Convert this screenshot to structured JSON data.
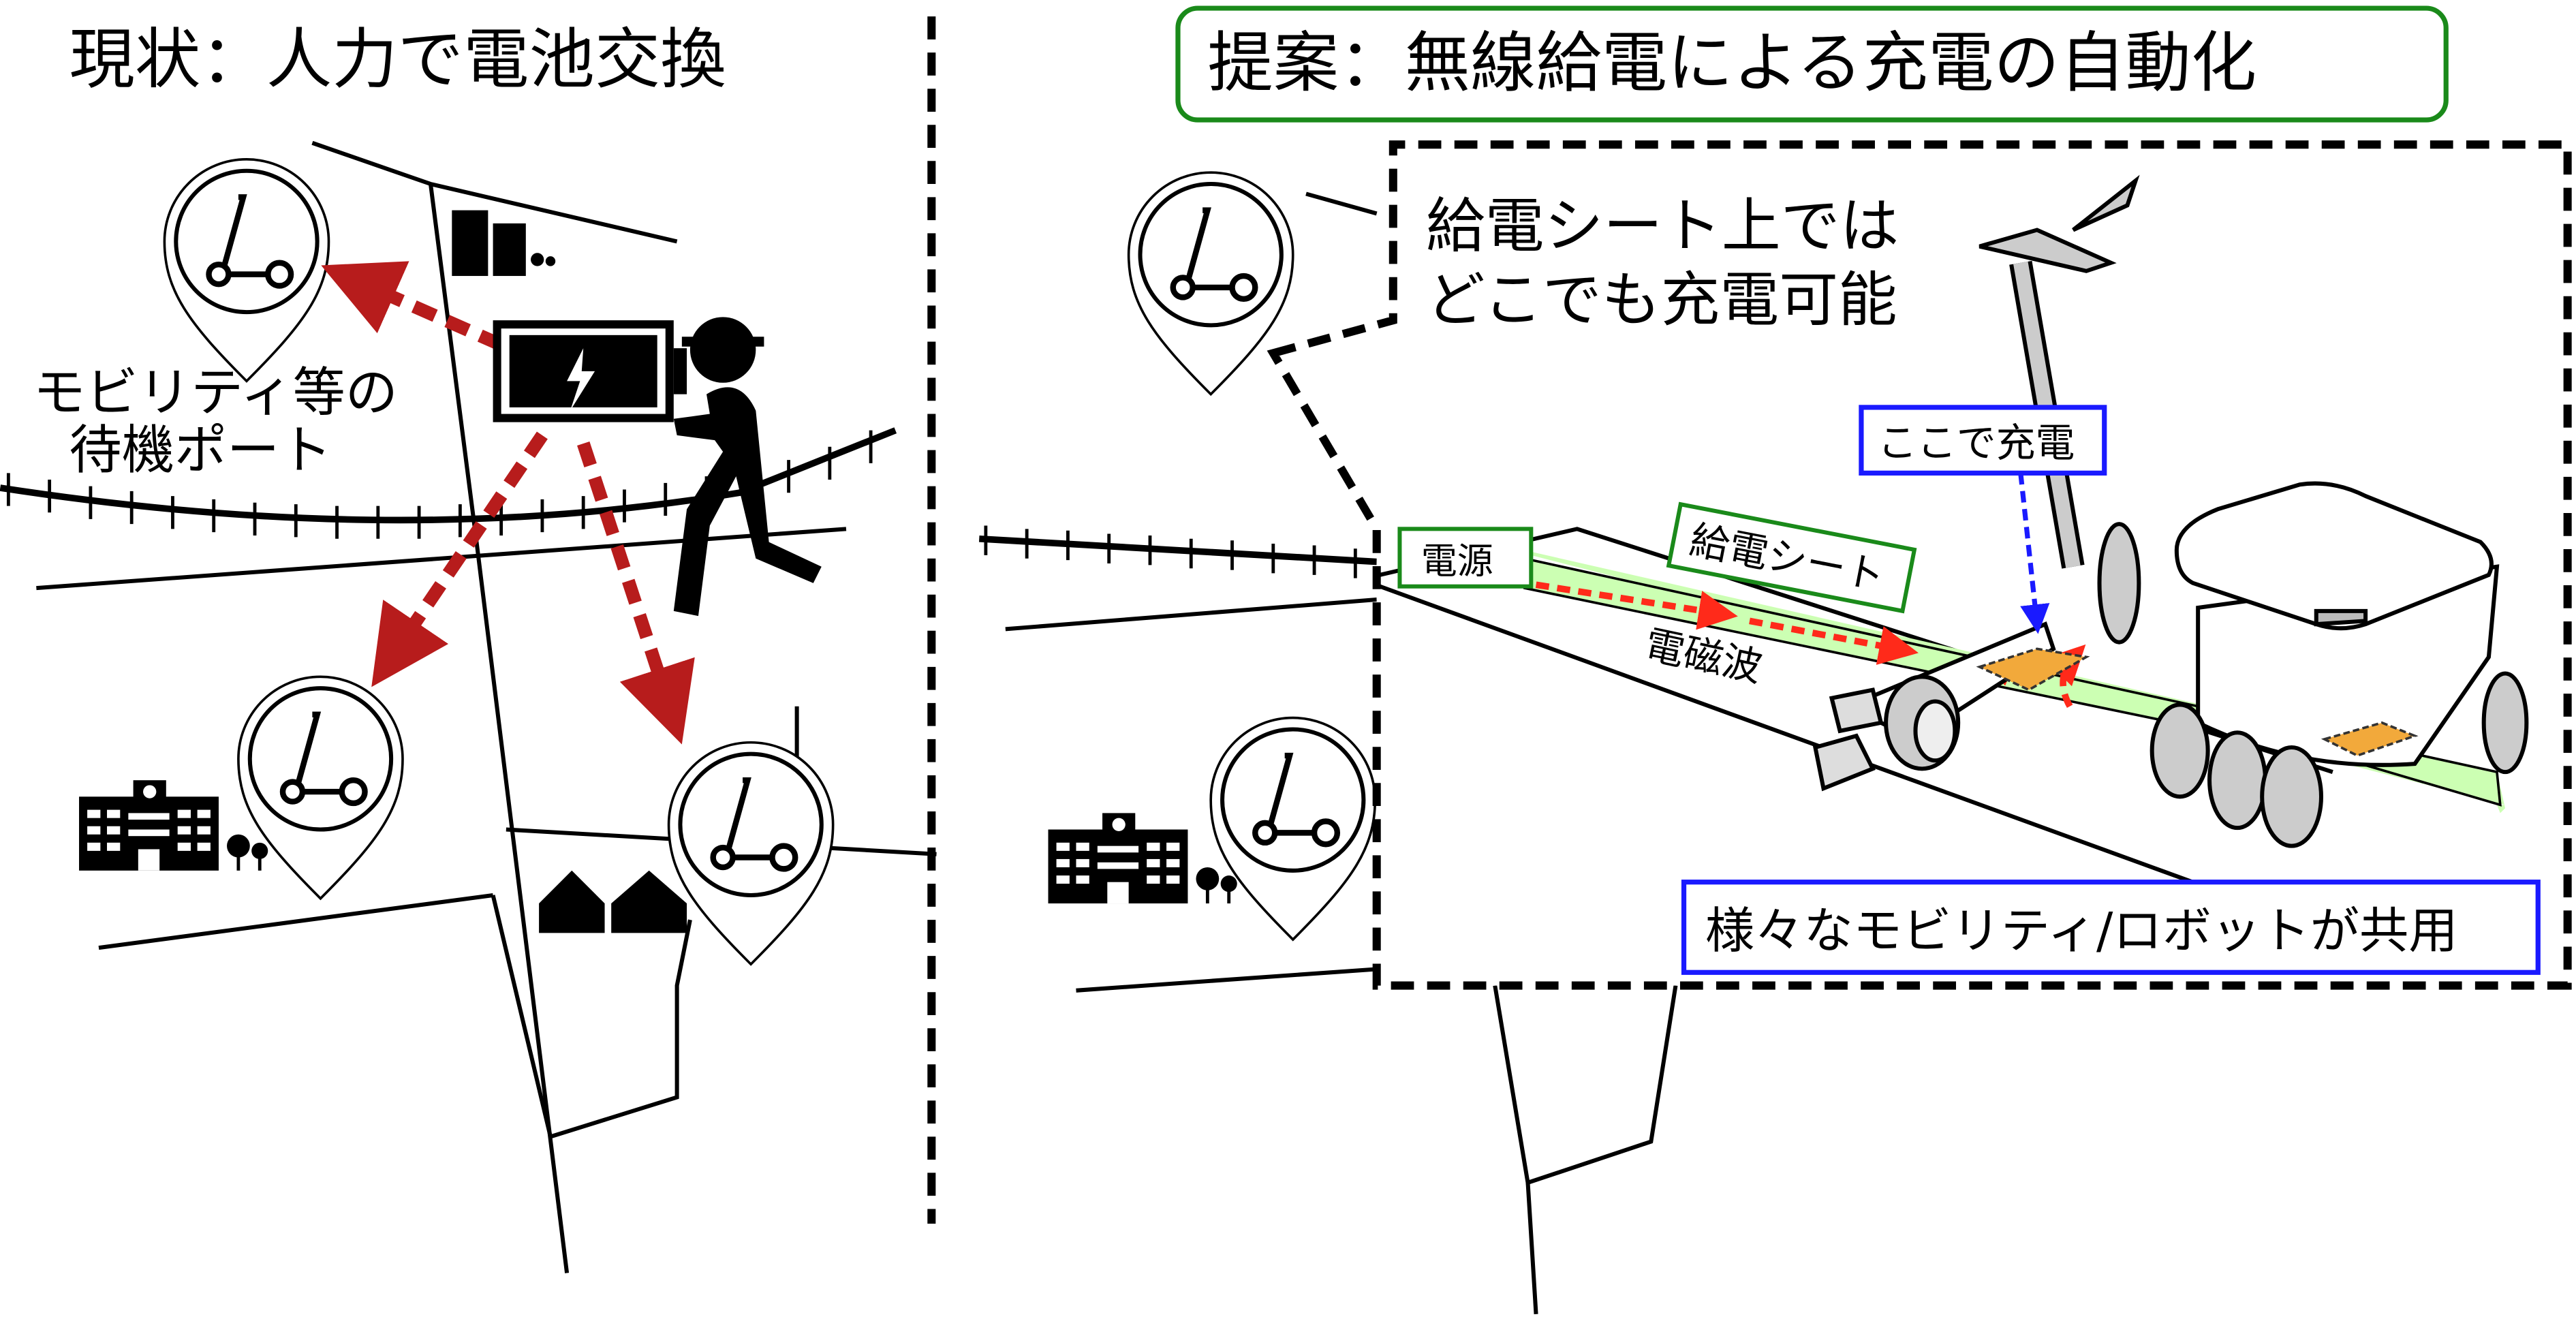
{
  "left_panel": {
    "title": "現状：人力で電池交換",
    "port_label_line1": "モビリティ等の",
    "port_label_line2": "待機ポート"
  },
  "right_panel": {
    "title": "提案：無線給電による充電の自動化",
    "callout_line1": "給電シート上では",
    "callout_line2": "どこでも充電可能",
    "power_source_label": "電源",
    "sheet_label": "給電シート",
    "wave_label": "電磁波",
    "charge_here_label": "ここで充電",
    "shared_label": "様々なモビリティ/ロボットが共用"
  },
  "colors": {
    "arrow_red": "#b71c1c",
    "wave_red": "#ff2a1a",
    "title_box_green": "#1a8a1a",
    "sheet_green": "#ccffb3",
    "label_blue": "#1a1aff",
    "pad_orange": "#f2a93b"
  }
}
